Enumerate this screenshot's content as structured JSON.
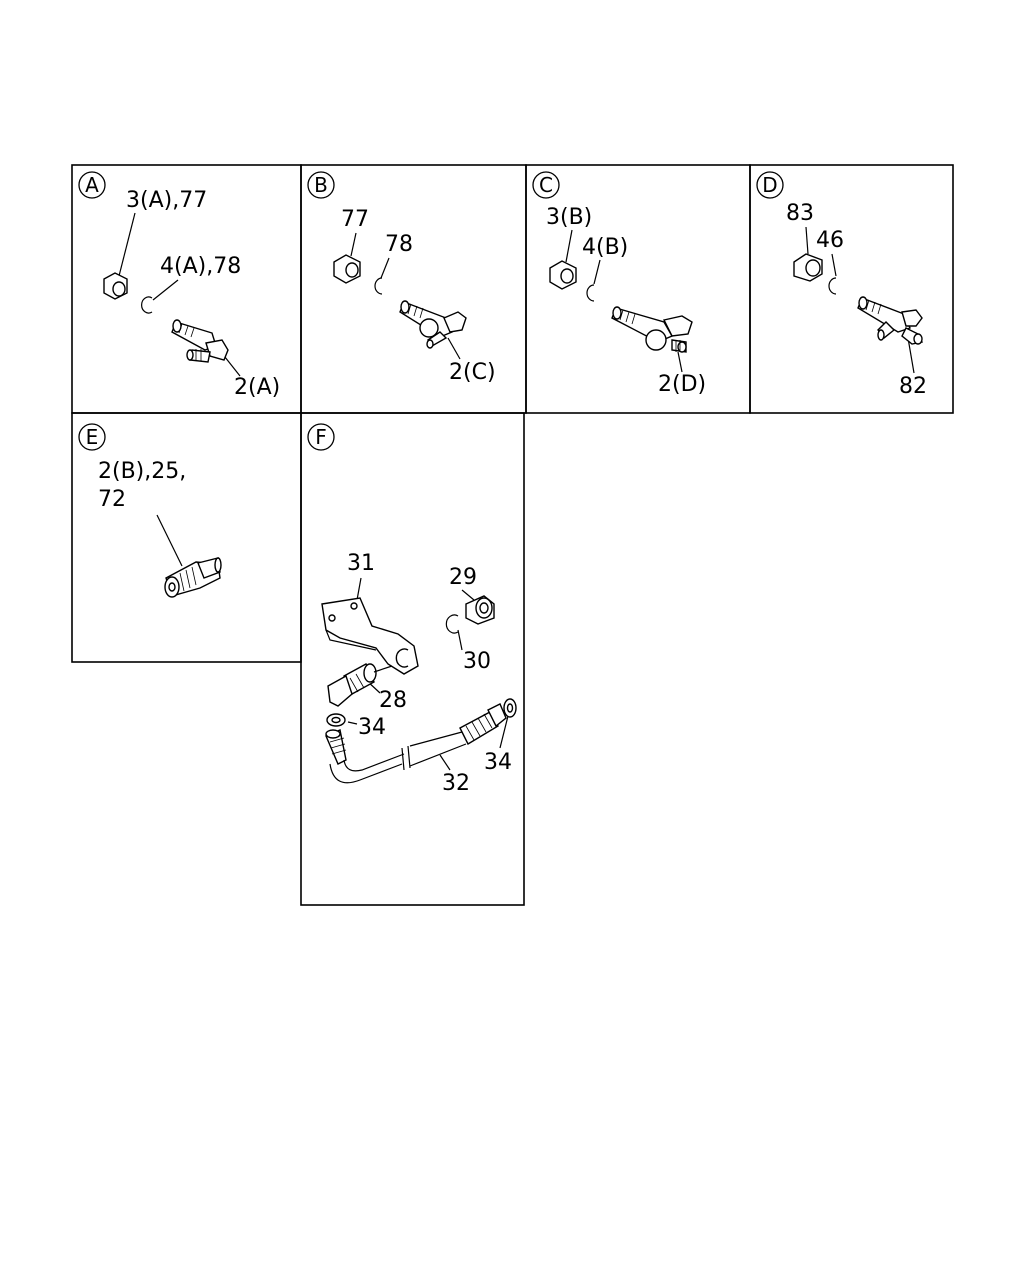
{
  "panels": [
    {
      "id": "A",
      "callouts": [
        "3(A),77",
        "4(A),78",
        "2(A)"
      ]
    },
    {
      "id": "B",
      "callouts": [
        "77",
        "78",
        "2(C)"
      ]
    },
    {
      "id": "C",
      "callouts": [
        "3(B)",
        "4(B)",
        "2(D)"
      ]
    },
    {
      "id": "D",
      "callouts": [
        "83",
        "46",
        "82"
      ]
    },
    {
      "id": "E",
      "callouts": [
        "2(B),25,",
        "72"
      ]
    },
    {
      "id": "F",
      "callouts": [
        "31",
        "29",
        "30",
        "28",
        "34",
        "32",
        "34"
      ]
    }
  ]
}
